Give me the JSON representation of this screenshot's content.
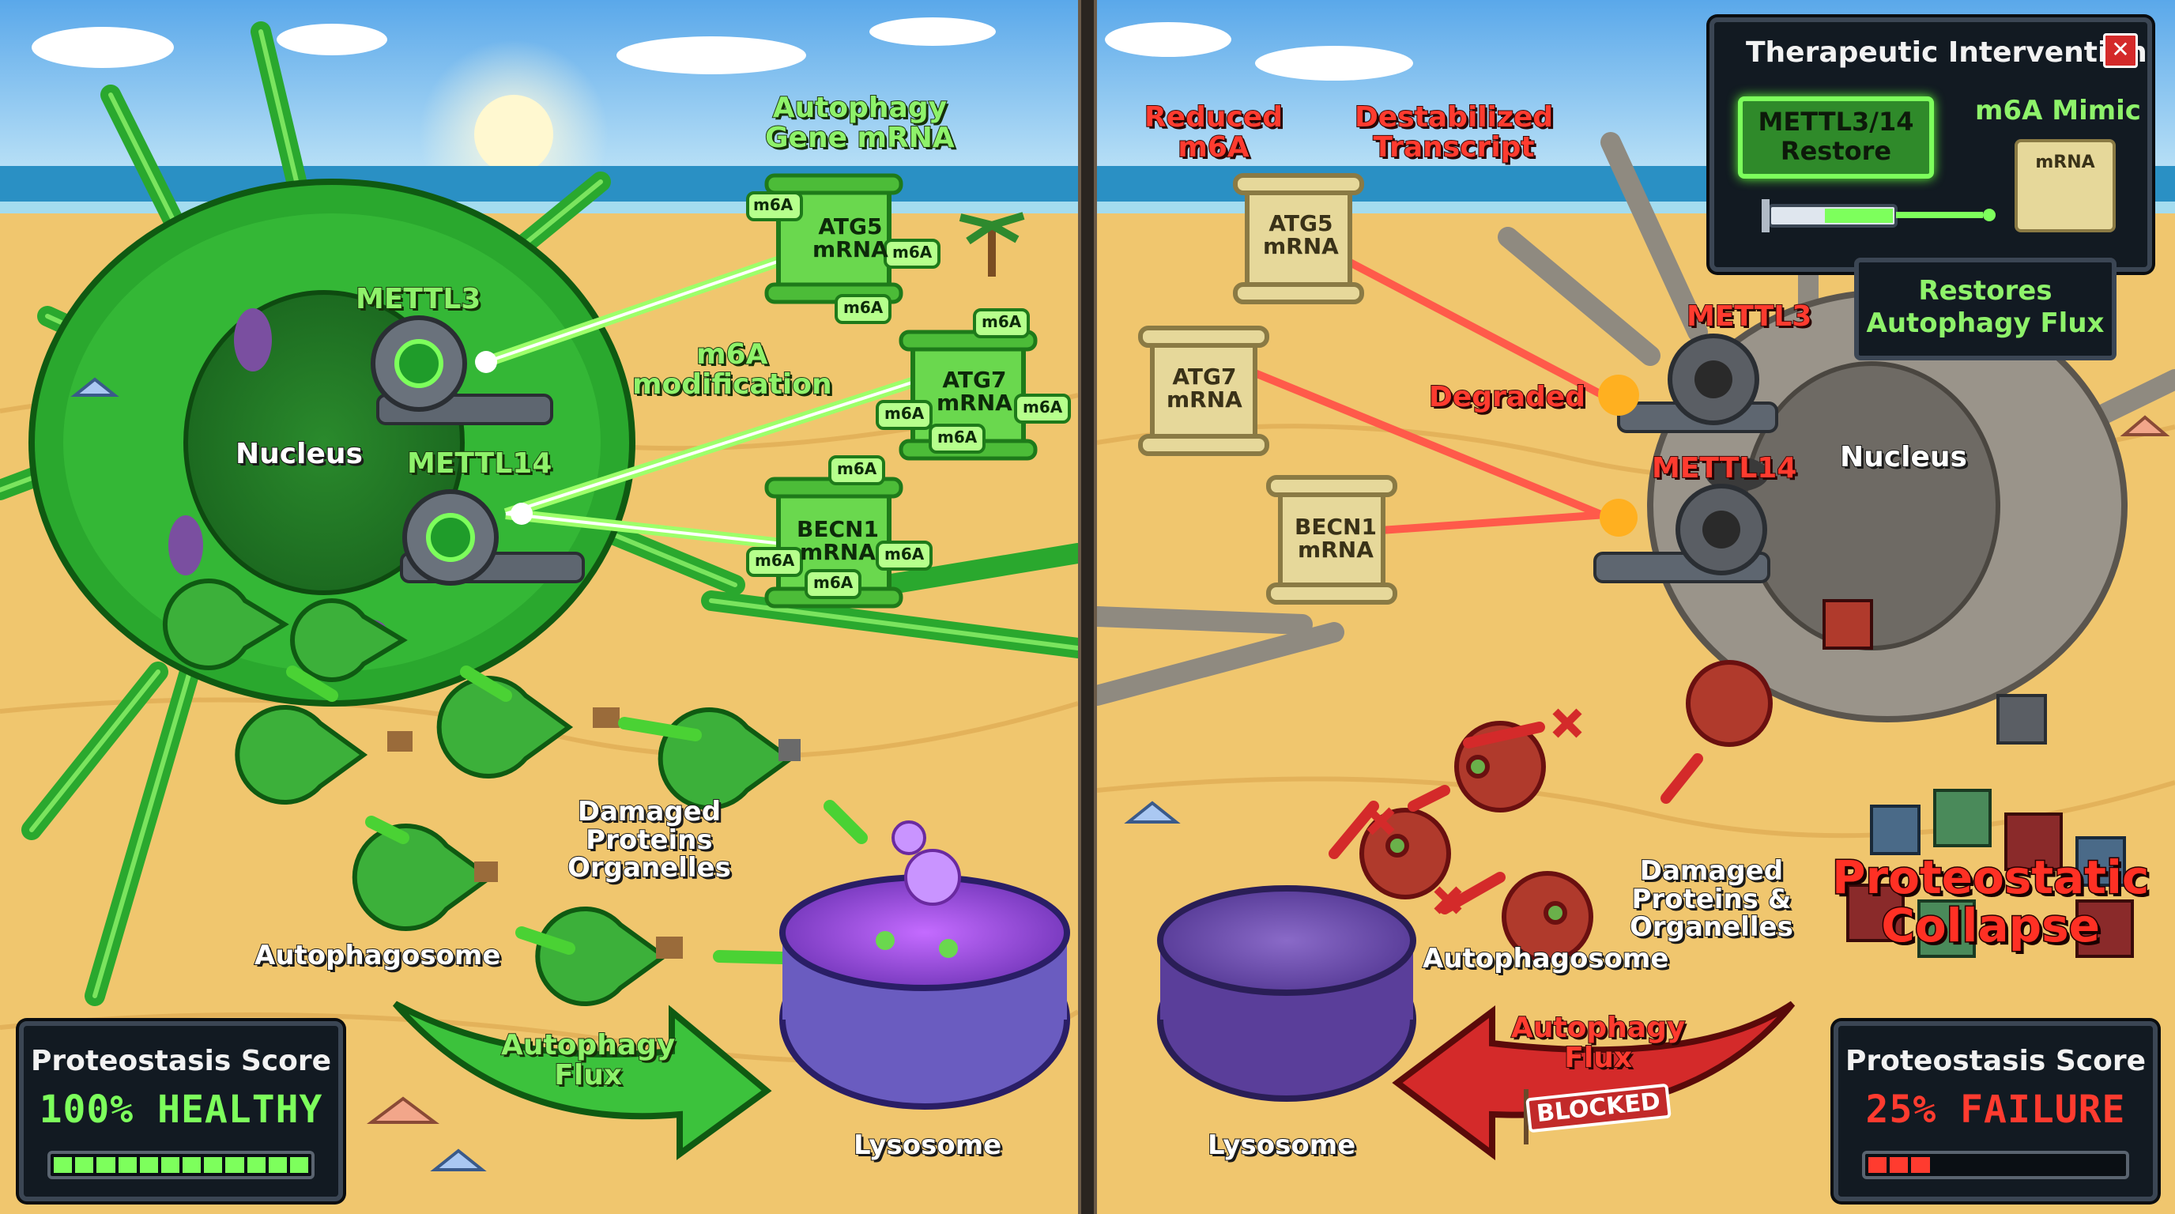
{
  "left": {
    "autophagy_gene_mrna": "Autophagy\nGene mRNA",
    "mettl3": "METTL3",
    "mettl14": "METTL14",
    "nucleus": "Nucleus",
    "m6a_modification": "m6A\nmodification",
    "atg5": "ATG5\nmRNA",
    "atg7": "ATG7\nmRNA",
    "becn1": "BECN1\nmRNA",
    "m6a_tag": "m6A",
    "damaged": "Damaged\nProteins\nOrganelles",
    "autophagosome": "Autophagosome",
    "autophagy_flux": "Autophagy\nFlux",
    "lysosome": "Lysosome",
    "score_title": "Proteostasis Score",
    "score_value": "100% HEALTHY",
    "score_fraction": 1.0
  },
  "right": {
    "reduced_m6a": "Reduced\nm6A",
    "destabilized": "Destabilized\nTranscript",
    "atg5": "ATG5\nmRNA",
    "atg7": "ATG7\nmRNA",
    "becn1": "BECN1\nmRNA",
    "degraded": "Degraded",
    "mettl3": "METTL3",
    "mettl14": "METTL14",
    "nucleus": "Nucleus",
    "damaged": "Damaged\nProteins &\nOrganelles",
    "autophagosome": "Autophagosome",
    "autophagy_flux": "Autophagy\nFlux",
    "blocked": "BLOCKED",
    "lysosome": "Lysosome",
    "collapse": "Proteostatic\nCollapse",
    "score_title": "Proteostasis Score",
    "score_value": "25% FAILURE",
    "score_fraction": 0.25
  },
  "therapy": {
    "title": "Therapeutic Intervention",
    "close": "✕",
    "restore_button": "METTL3/14\nRestore",
    "mimic_title": "m6A Mimic",
    "mimic_mrna": "mRNA",
    "tooltip": "Restores\nAutophagy Flux"
  },
  "colors": {
    "healthy": "#7dff5c",
    "failure": "#ff3b2f",
    "sand": "#f0c66e",
    "sky": "#6fb7ee",
    "sea": "#2a90c4",
    "lysosome": "#6a5cc0"
  }
}
